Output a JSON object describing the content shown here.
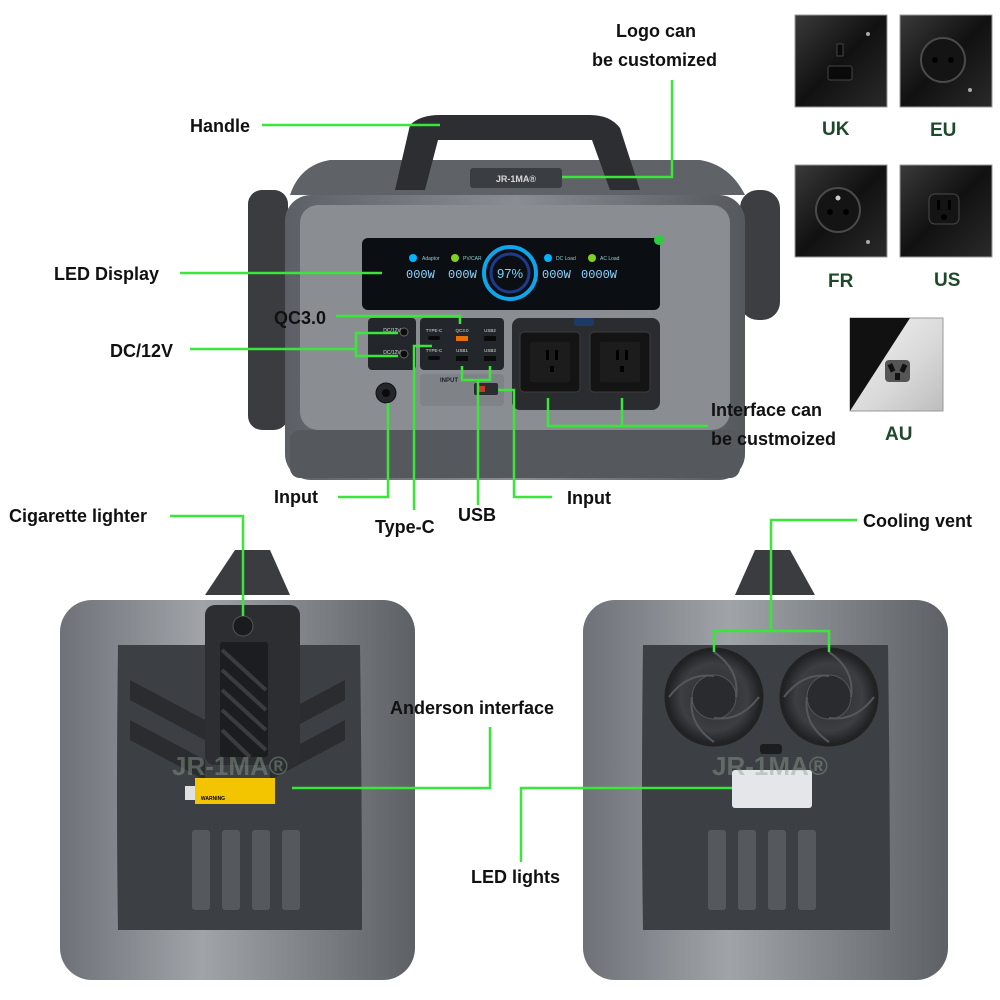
{
  "labels": {
    "logo_line1": "Logo can",
    "logo_line2": "be customized",
    "handle": "Handle",
    "led_display": "LED Display",
    "qc30": "QC3.0",
    "dc12v": "DC/12V",
    "interface_line1": "Interface can",
    "interface_line2": "be custmoized",
    "input_left": "Input",
    "type_c": "Type-C",
    "usb": "USB",
    "input_right": "Input",
    "cigarette_lighter": "Cigarette lighter",
    "cooling_vent": "Cooling vent",
    "anderson_interface": "Anderson interface",
    "led_lights": "LED lights"
  },
  "sockets": [
    {
      "region": "UK"
    },
    {
      "region": "EU"
    },
    {
      "region": "FR"
    },
    {
      "region": "US"
    },
    {
      "region": "AU"
    }
  ],
  "device": {
    "brand": "JR-1MA®",
    "watermark": "JR-1MA®",
    "display": {
      "adaptor_label": "Adaptor",
      "pvcar_label": "PV/CAR",
      "dcload_label": "DC Load",
      "acload_label": "AC Load",
      "adaptor_value": "000W",
      "pvcar_value": "000W",
      "battery_percent": "97%",
      "dcload_value": "000W",
      "acload_value": "0000W"
    },
    "ports": {
      "dc_label": "DC/12V",
      "typec_label": "TYPE-C",
      "qc_label": "QC3.0",
      "usb2_label": "USB2",
      "usb1_label": "USB1",
      "usb3_label": "USB3",
      "input_label": "INPUT"
    },
    "warning_label": "WARNING"
  },
  "colors": {
    "leader_line": "#39e639",
    "body_dark": "#4a4d52",
    "body_light": "#7c8086",
    "display_bg": "#0b0f14",
    "socket_label": "#1d4a2a"
  }
}
